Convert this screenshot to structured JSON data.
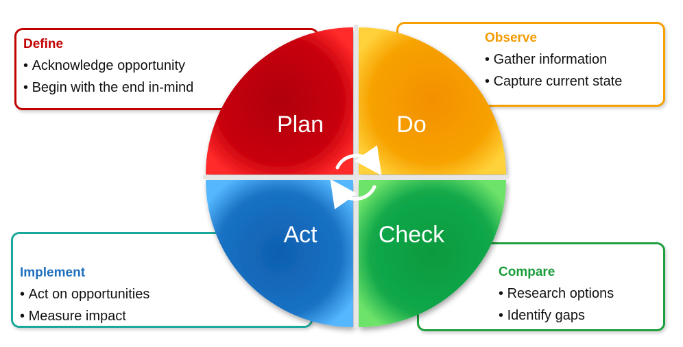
{
  "wheel": {
    "plan": "Plan",
    "do": "Do",
    "act": "Act",
    "check": "Check"
  },
  "define": {
    "heading": "Define",
    "color": "#c00000",
    "items": [
      "Acknowledge opportunity",
      "Begin with the end in-mind"
    ]
  },
  "observe": {
    "heading": "Observe",
    "color": "#f39a00",
    "items": [
      "Gather information",
      "Capture current state"
    ]
  },
  "implement": {
    "heading": "Implement",
    "color": "#1f6fbf",
    "items": [
      "Act on opportunities",
      "Measure impact"
    ]
  },
  "compare": {
    "heading": "Compare",
    "color": "#1a9c3a",
    "items": [
      "Research options",
      "Identify gaps"
    ]
  },
  "colors": {
    "plan": "#c8000c",
    "do": "#f7a200",
    "act": "#1a72c4",
    "check": "#12a84a"
  }
}
